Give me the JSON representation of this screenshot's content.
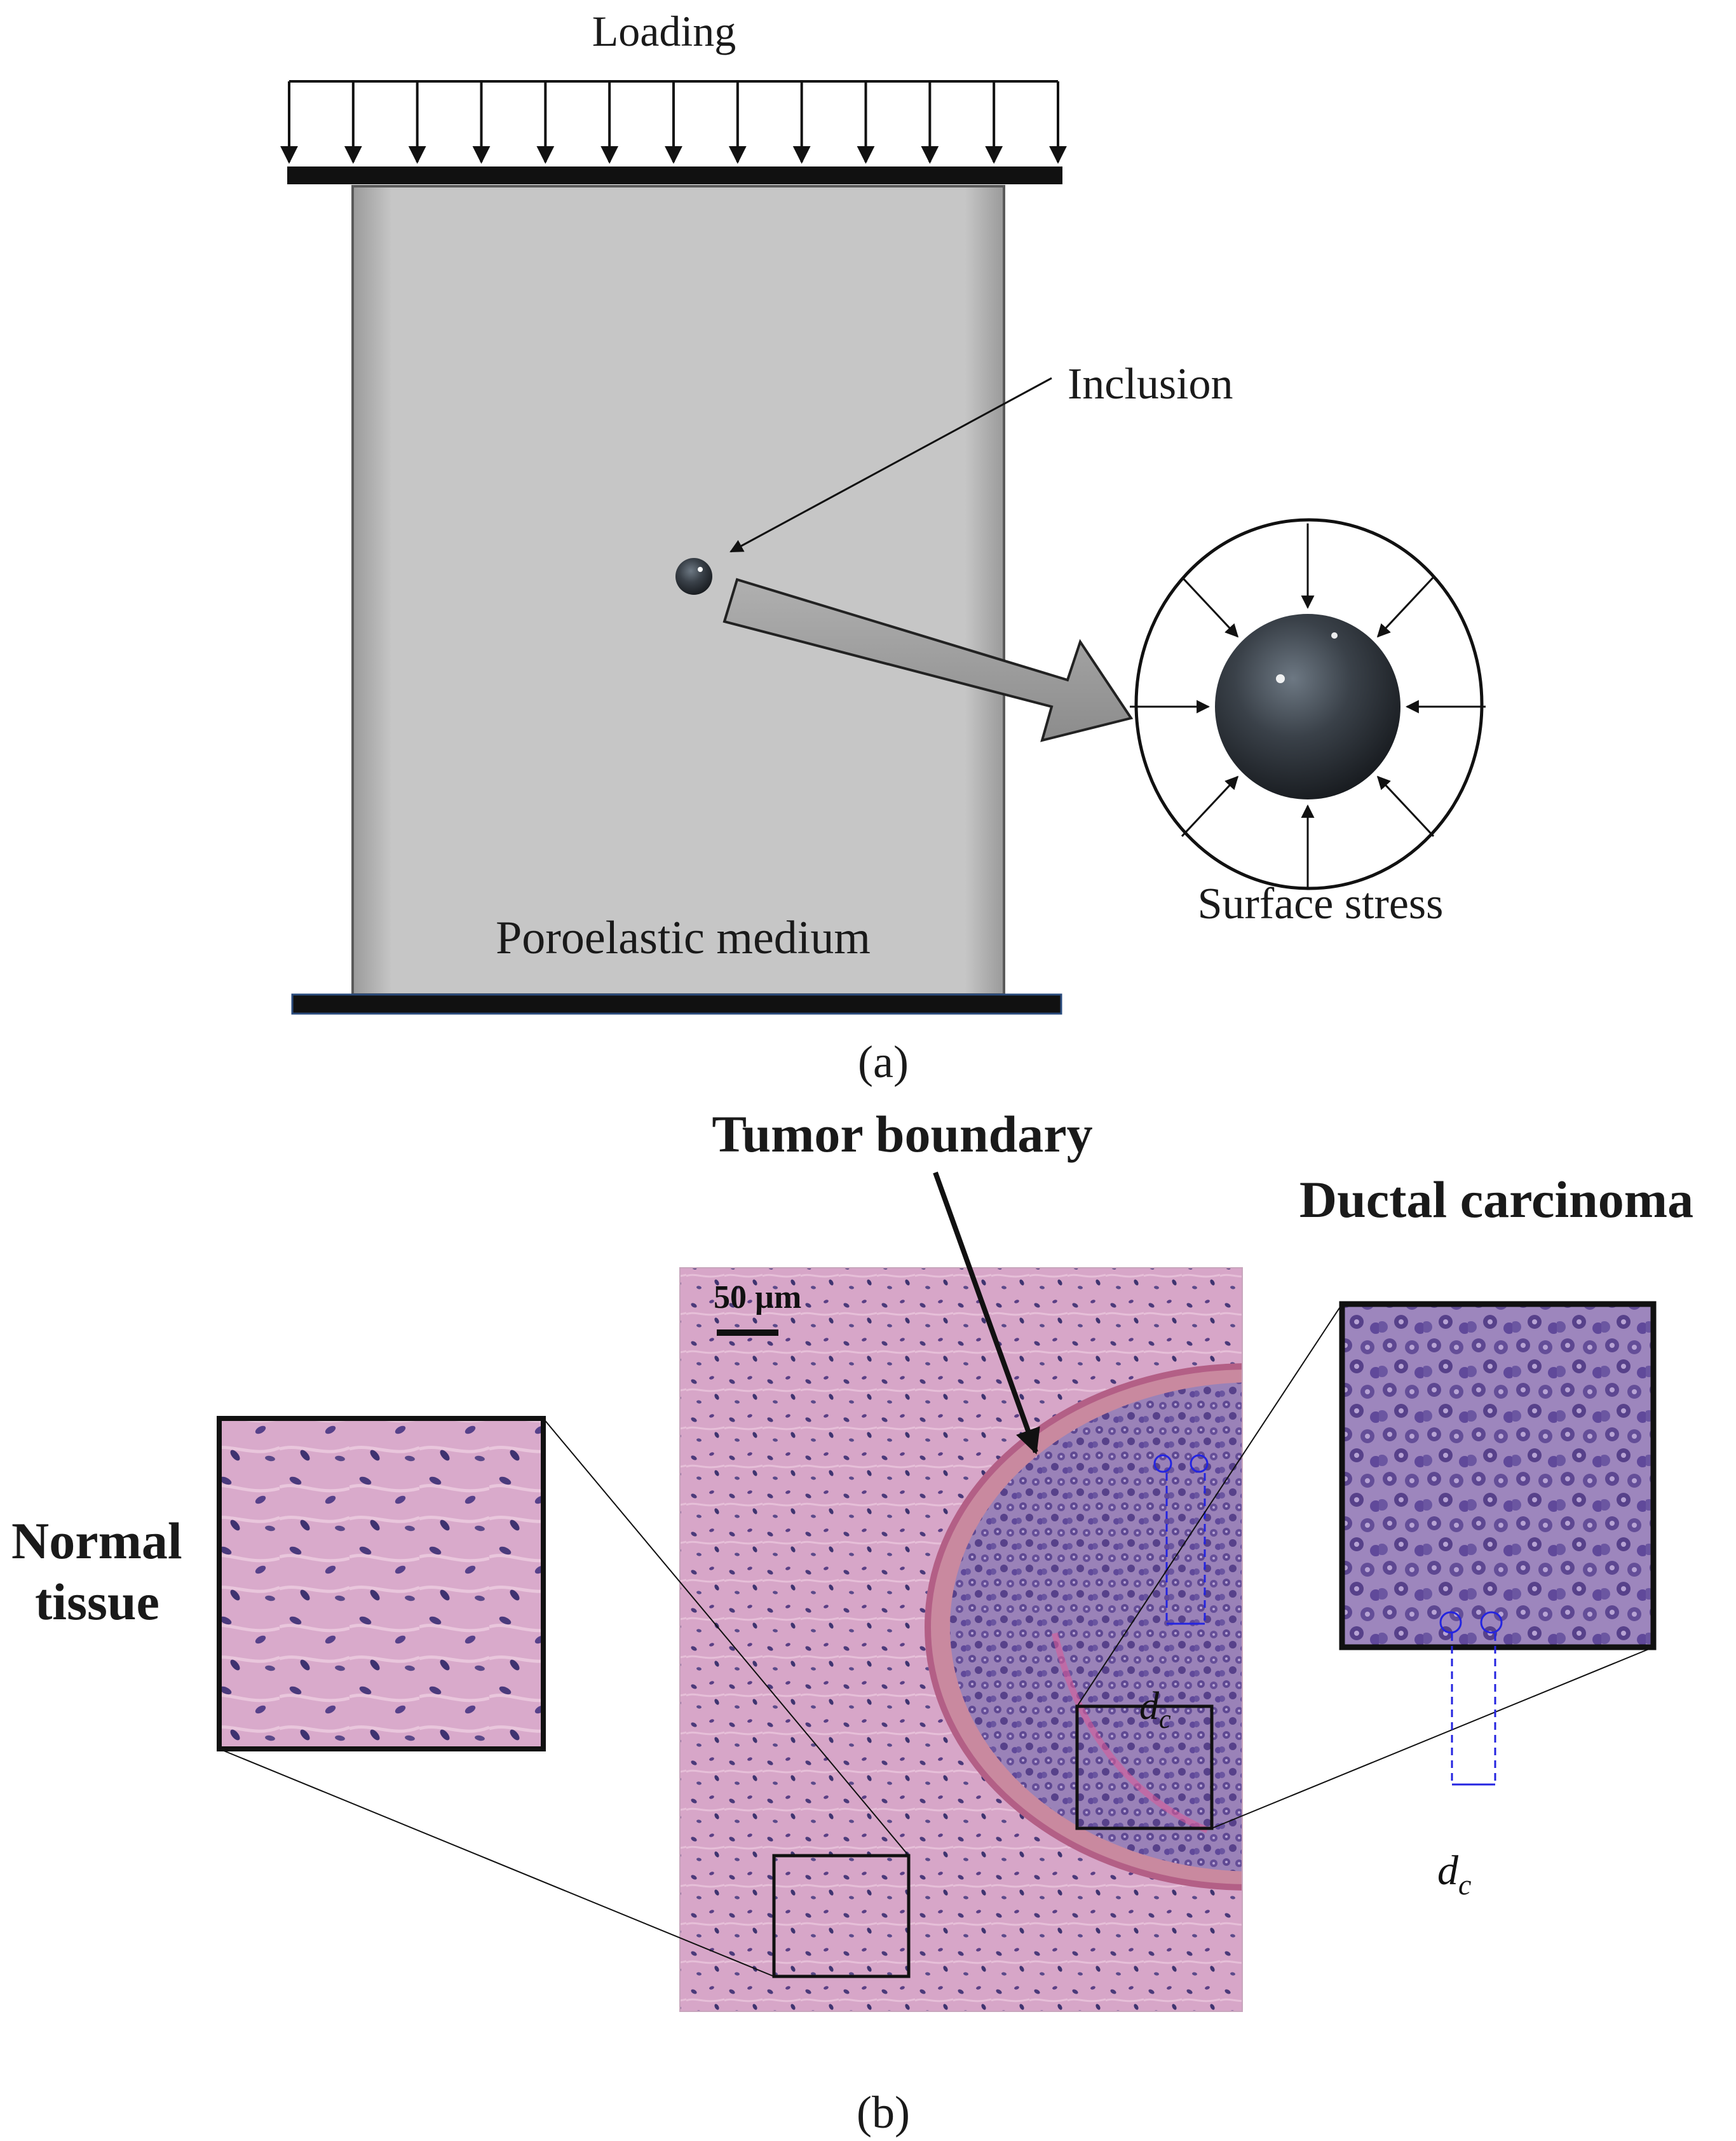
{
  "panel_a": {
    "loading_label": "Loading",
    "inclusion_label": "Inclusion",
    "medium_label": "Poroelastic medium",
    "surface_stress_label": "Surface stress",
    "caption": "(a)"
  },
  "panel_b": {
    "tumor_boundary_label": "Tumor boundary",
    "ductal_carcinoma_label": "Ductal carcinoma",
    "normal_tissue_label_line1": "Normal",
    "normal_tissue_label_line2": "tissue",
    "scale_bar_label": "50 µm",
    "dc_label_inner": "d",
    "dc_label_inner_sub": "c",
    "dc_label_outer": "d",
    "dc_label_outer_sub": "c",
    "caption": "(b)"
  },
  "colors": {
    "medium_fill": "#c4c4c4",
    "plate": "#111111",
    "tissue_pink": "#d9a6c9",
    "carcinoma_purple": "#8b6aa8",
    "dc_marker": "#1a1aff"
  }
}
